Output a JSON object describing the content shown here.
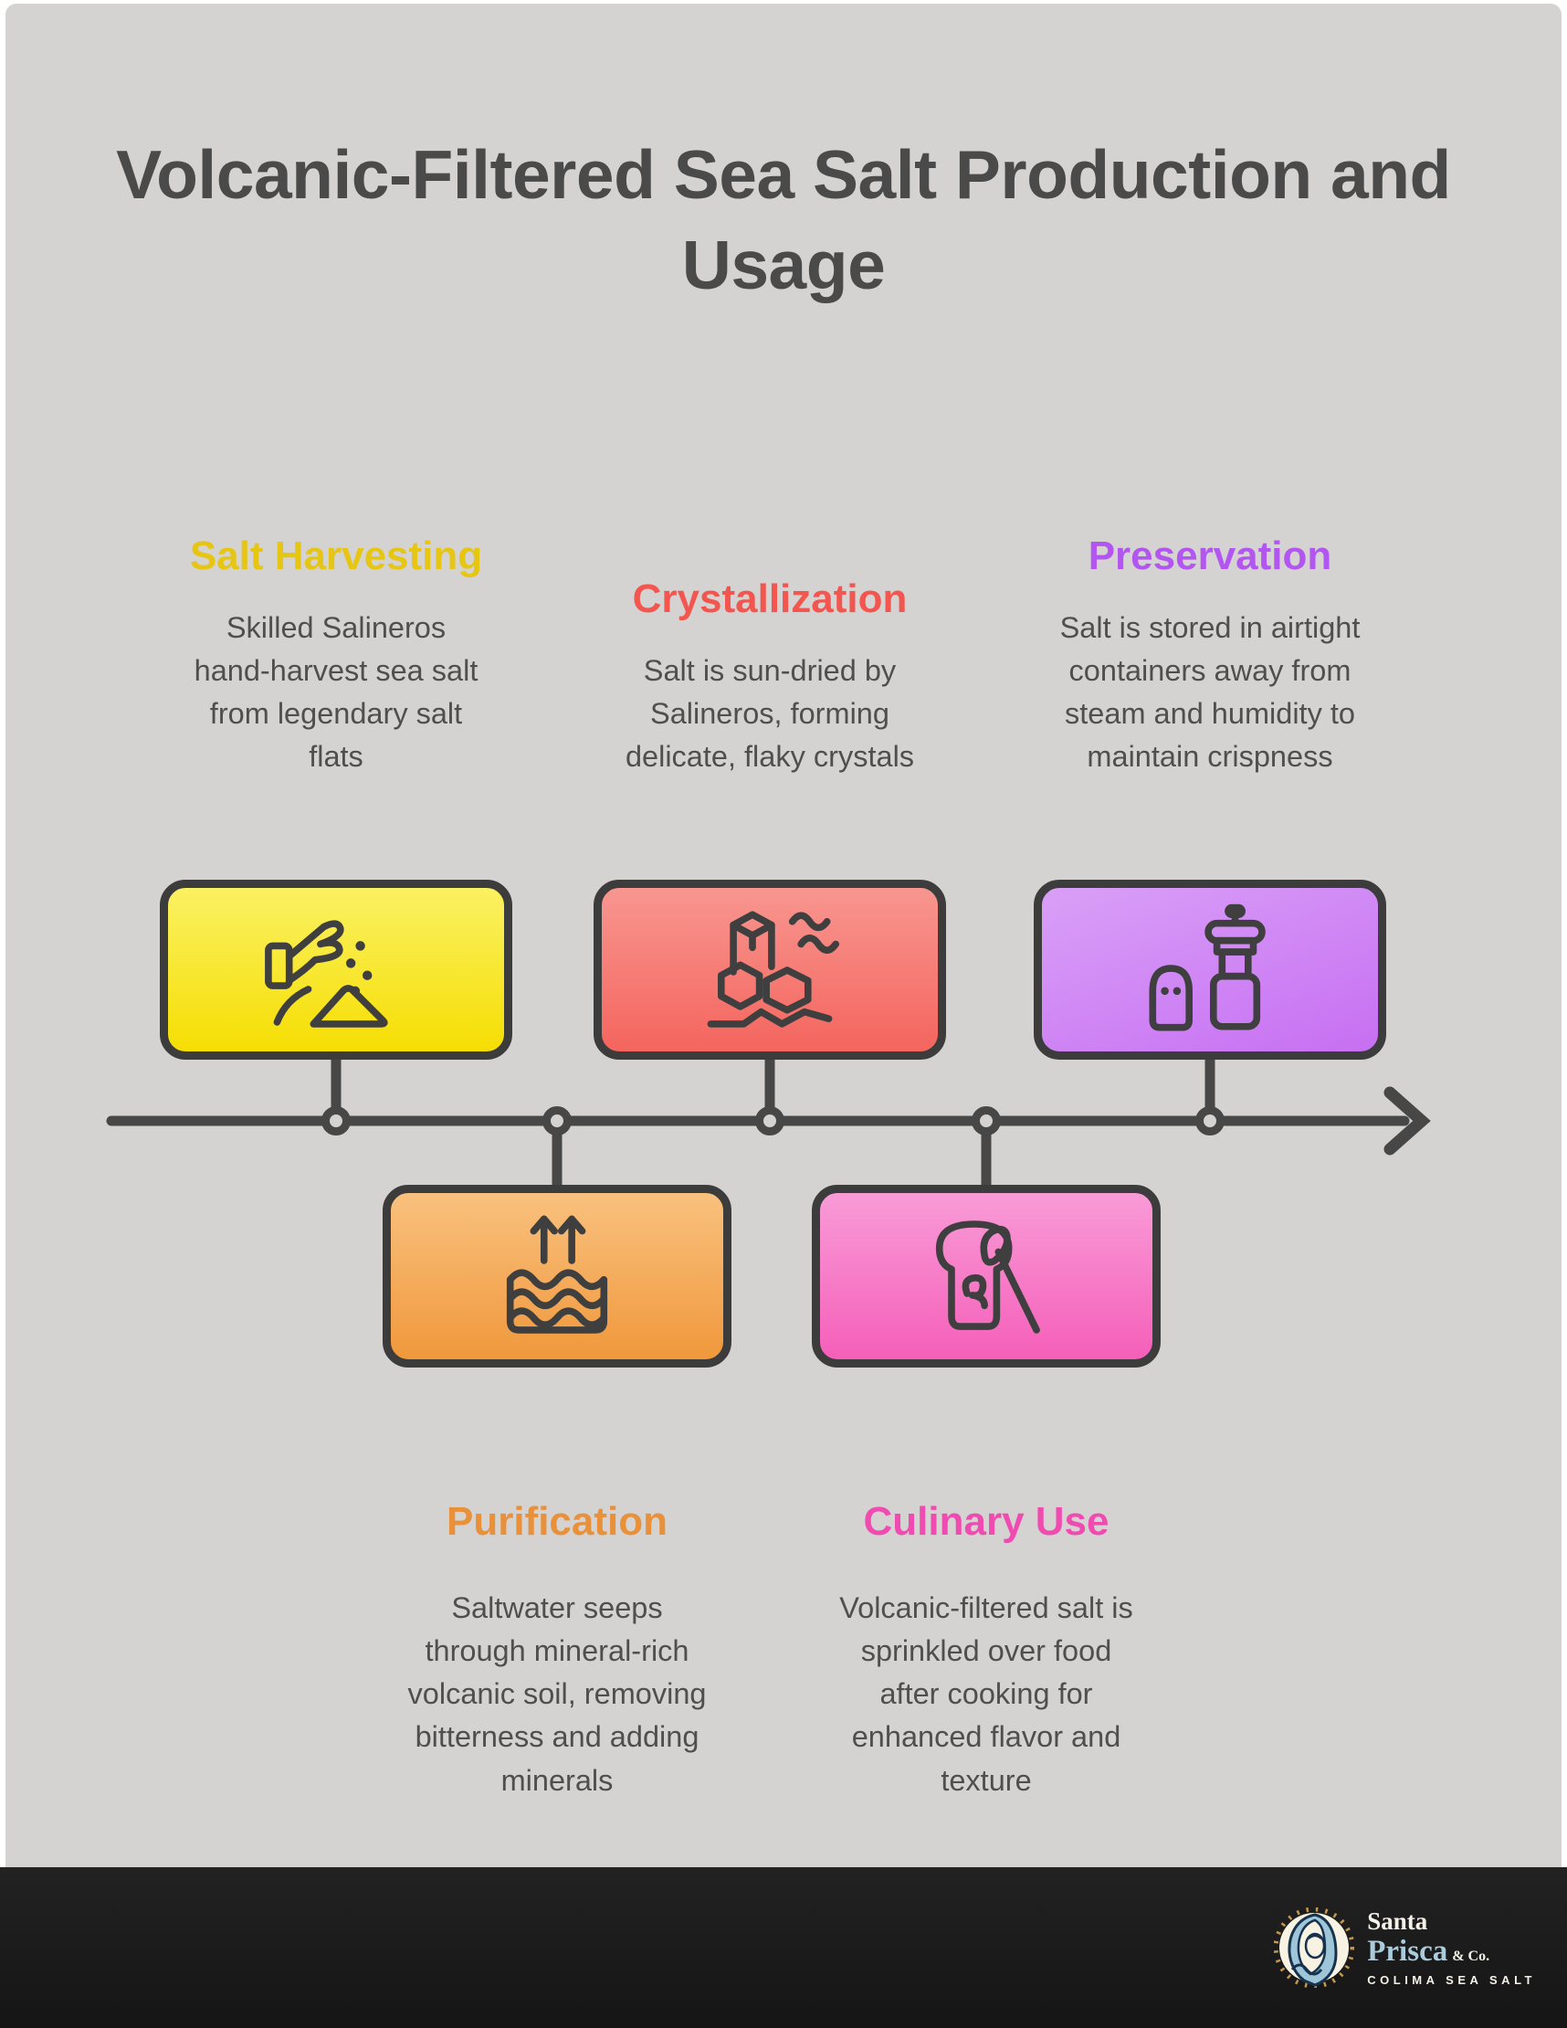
{
  "page": {
    "title": "Volcanic-Filtered Sea Salt Production and Usage",
    "background_color": "#d4d3d1",
    "frame_color": "#ffffff",
    "footer_color": "#1a1a1a",
    "text_color": "#4f4f4f",
    "outline_color": "#3c3c3c"
  },
  "stages": [
    {
      "name": "Salt Harvesting",
      "description": "Skilled Salineros hand-harvest sea salt from legendary salt flats",
      "heading_color": "#e6c513",
      "box_gradient": [
        "#faf163",
        "#f6de03"
      ],
      "icon": "hand-sprinkling-salt-icon",
      "row": "top"
    },
    {
      "name": "Crystallization",
      "description": "Salt is sun-dried by Salineros, forming delicate, flaky crystals",
      "heading_color": "#f2564f",
      "box_gradient": [
        "#f89690",
        "#f4655e"
      ],
      "icon": "salt-crystals-icon",
      "row": "top"
    },
    {
      "name": "Preservation",
      "description": "Salt is stored in airtight containers away from steam and humidity to maintain crispness",
      "heading_color": "#b355f1",
      "box_gradient": [
        "#d9a0f7",
        "#c76ff2"
      ],
      "icon": "salt-shaker-and-grinder-icon",
      "row": "top"
    },
    {
      "name": "Purification",
      "description": "Saltwater seeps through mineral-rich volcanic soil, removing bitterness and adding minerals",
      "heading_color": "#e8903a",
      "box_gradient": [
        "#f9c17e",
        "#f0983c"
      ],
      "icon": "evaporation-water-arrows-icon",
      "row": "bottom"
    },
    {
      "name": "Culinary Use",
      "description": "Volcanic-filtered salt is sprinkled over food after cooking for enhanced flavor and texture",
      "heading_color": "#f04bb0",
      "box_gradient": [
        "#f99bd7",
        "#f55fb9"
      ],
      "icon": "bread-and-knife-icon",
      "row": "bottom"
    }
  ],
  "timeline": {
    "node_count": 5,
    "line_color": "#474747",
    "direction": "left-to-right-arrow"
  },
  "logo": {
    "line1": "Santa",
    "line2": "Prisca",
    "suffix": "& Co.",
    "tagline": "COLIMA SEA SALT"
  }
}
